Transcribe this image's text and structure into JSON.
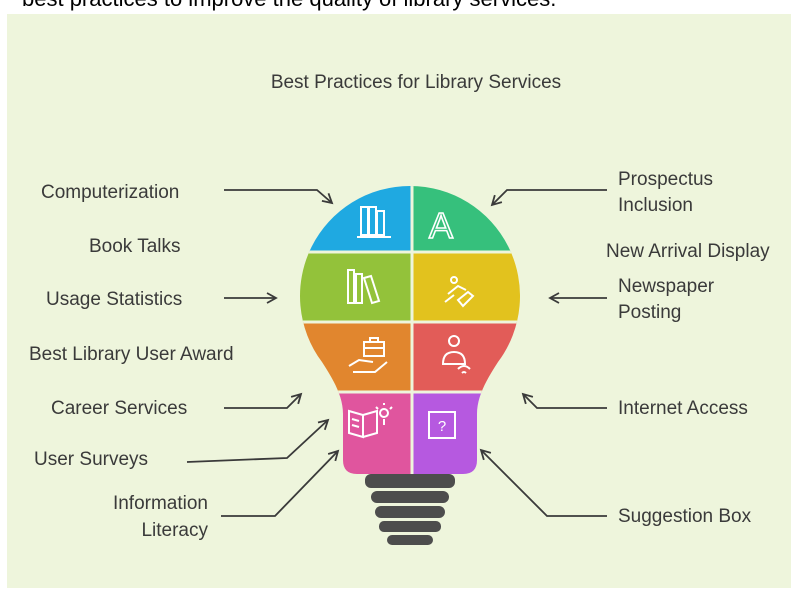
{
  "document": {
    "partial_line": "best practices to improve the quality of library services."
  },
  "diagram": {
    "title": "Best Practices for Library Services",
    "colors": {
      "background": "#eef5dc",
      "blue": "#1fa9e1",
      "green": "#36c07c",
      "lime": "#93c23a",
      "yellow": "#e2c21e",
      "orange": "#e1862e",
      "red": "#e25c58",
      "pink": "#e0559e",
      "purple": "#b659e0",
      "base": "#4d4d4d",
      "text": "#3a3a3a"
    },
    "segments": [
      {
        "icon": "books-icon",
        "color": "blue"
      },
      {
        "icon": "letter-a-icon",
        "color": "green"
      },
      {
        "icon": "book-binders-icon",
        "color": "lime"
      },
      {
        "icon": "handshake-icon",
        "color": "yellow"
      },
      {
        "icon": "briefcase-hand-icon",
        "color": "orange"
      },
      {
        "icon": "user-wifi-icon",
        "color": "red"
      },
      {
        "icon": "book-idea-icon",
        "color": "pink"
      },
      {
        "icon": "question-box-icon",
        "color": "purple"
      }
    ],
    "labels_left": [
      {
        "lines": [
          "Computerization"
        ]
      },
      {
        "lines": [
          "Book Talks"
        ]
      },
      {
        "lines": [
          "Usage Statistics"
        ]
      },
      {
        "lines": [
          "Best Library User Award"
        ]
      },
      {
        "lines": [
          "Career Services"
        ]
      },
      {
        "lines": [
          "User Surveys"
        ]
      },
      {
        "lines": [
          "Information",
          "Literacy"
        ]
      }
    ],
    "labels_right": [
      {
        "lines": [
          "Prospectus",
          "Inclusion"
        ]
      },
      {
        "lines": [
          "New Arrival Display"
        ]
      },
      {
        "lines": [
          "Newspaper",
          "Posting"
        ]
      },
      {
        "lines": [
          "Internet Access"
        ]
      },
      {
        "lines": [
          "Suggestion Box"
        ]
      }
    ]
  }
}
